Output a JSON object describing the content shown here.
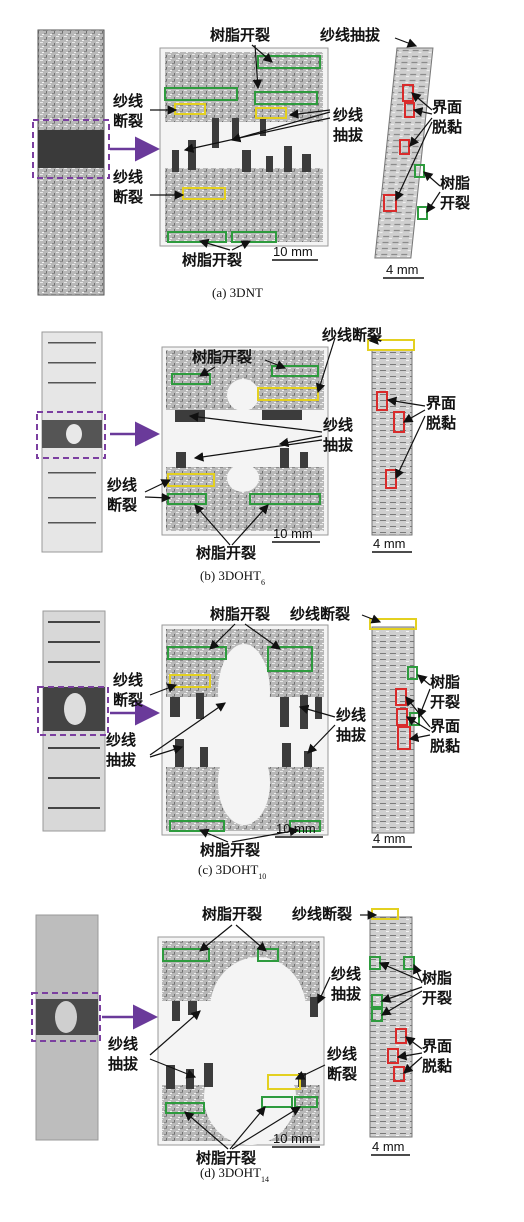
{
  "labels": {
    "resin_crack": "树脂开裂",
    "yarn_break": "纱线断裂",
    "yarn_pull": "纱线抽拔",
    "interface_debond": "界面脱黏",
    "two_line": {
      "yarn": "纱线",
      "break": "断裂",
      "pull": "抽拔",
      "resin": "树脂",
      "crack": "开裂",
      "interface": "界面",
      "debond": "脱黏"
    }
  },
  "scales": {
    "mid": "10 mm",
    "right": "4 mm"
  },
  "panels": [
    {
      "caption_prefix": "(a) 3DNT",
      "caption_sub": ""
    },
    {
      "caption_prefix": "(b) 3DOHT",
      "caption_sub": "6"
    },
    {
      "caption_prefix": "(c) 3DOHT",
      "caption_sub": "10"
    },
    {
      "caption_prefix": "(d) 3DOHT",
      "caption_sub": "14"
    }
  ],
  "colors": {
    "resin_box": "#2e9b3e",
    "yarn_box": "#e3d020",
    "debond_box": "#d92b2b",
    "dashed_box": "#7b3fa0",
    "arrow": "#6a3a9a"
  }
}
